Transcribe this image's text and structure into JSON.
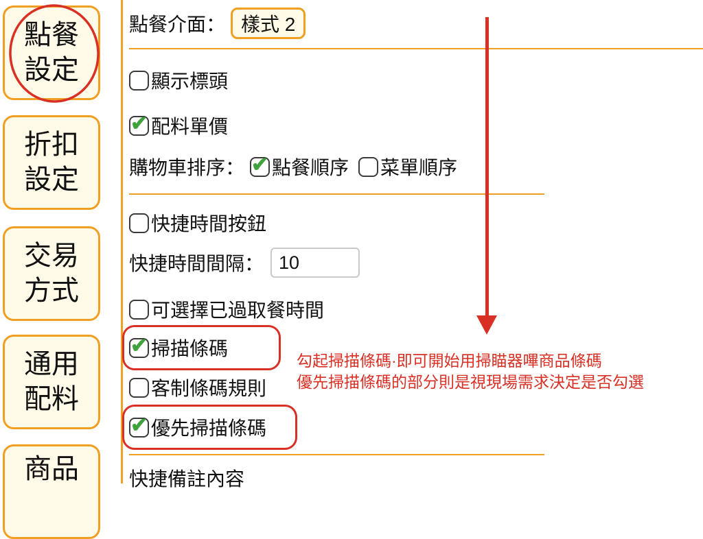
{
  "colors": {
    "orange": "#EF9F22",
    "cream": "#FFFBE8",
    "green": "#3FA33C",
    "red": "#D93025",
    "text": "#111111"
  },
  "icons": {
    "checkmark": "✔"
  },
  "sidebar": {
    "items": [
      {
        "label": "點餐設定"
      },
      {
        "label": "折扣設定"
      },
      {
        "label": "交易方式"
      },
      {
        "label": "通用配料"
      },
      {
        "label": "商品"
      }
    ]
  },
  "main": {
    "interface": {
      "label": "點餐介面：",
      "value": "樣式 2"
    },
    "show_header": {
      "label": "顯示標頭",
      "checked": false
    },
    "topping_unit_price": {
      "label": "配料單價",
      "checked": true
    },
    "cart_sort": {
      "label": "購物車排序：",
      "options": [
        {
          "label": "點餐順序",
          "checked": true
        },
        {
          "label": "菜單順序",
          "checked": false
        }
      ]
    },
    "quick_time_button": {
      "label": "快捷時間按鈕",
      "checked": false
    },
    "quick_time_interval": {
      "label": "快捷時間間隔：",
      "value": "10"
    },
    "allow_past_pickup_time": {
      "label": "可選擇已過取餐時間",
      "checked": false
    },
    "scan_barcode": {
      "label": "掃描條碼",
      "checked": true
    },
    "custom_barcode_rule": {
      "label": "客制條碼規則",
      "checked": false
    },
    "priority_scan_barcode": {
      "label": "優先掃描條碼",
      "checked": true
    },
    "quick_note": {
      "label": "快捷備註內容"
    }
  },
  "annotations": {
    "note_line1": "勾起掃描條碼·即可開始用掃瞄器嗶商品條碼",
    "note_line2": "優先掃描條碼的部分則是視現場需求決定是否勾選"
  }
}
